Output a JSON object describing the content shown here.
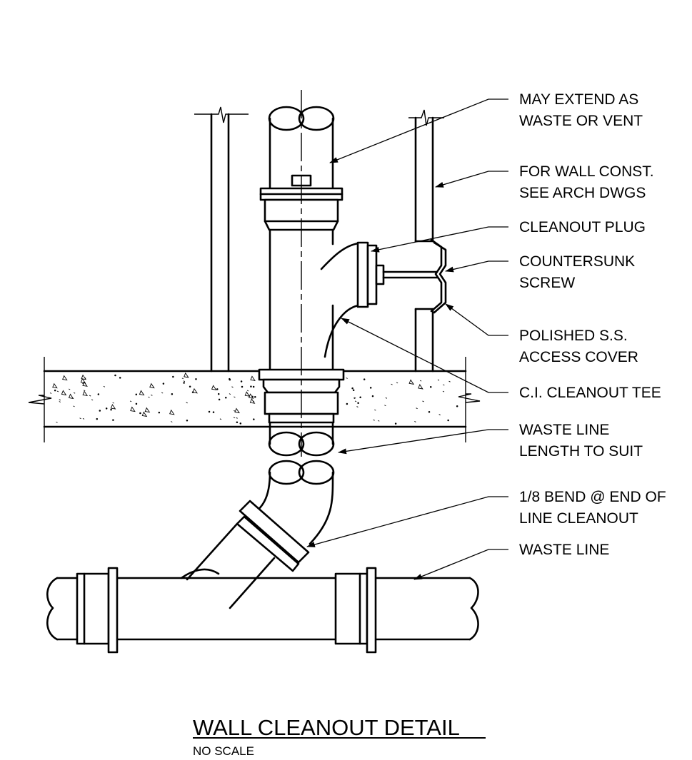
{
  "callouts": [
    {
      "id": "extend",
      "lines": [
        "MAY EXTEND AS",
        "WASTE OR VENT"
      ]
    },
    {
      "id": "wall",
      "lines": [
        "FOR WALL CONST.",
        "SEE ARCH DWGS"
      ]
    },
    {
      "id": "plug",
      "lines": [
        "CLEANOUT PLUG"
      ]
    },
    {
      "id": "screw",
      "lines": [
        "COUNTERSUNK",
        "SCREW"
      ]
    },
    {
      "id": "cover",
      "lines": [
        "POLISHED S.S.",
        "ACCESS COVER"
      ]
    },
    {
      "id": "tee",
      "lines": [
        "C.I. CLEANOUT TEE"
      ]
    },
    {
      "id": "wasteline-vertical",
      "lines": [
        "WASTE LINE",
        "LENGTH TO SUIT"
      ]
    },
    {
      "id": "bend",
      "lines": [
        "1/8 BEND @ END OF",
        "LINE CLEANOUT"
      ]
    },
    {
      "id": "wasteline-horizontal",
      "lines": [
        "WASTE LINE"
      ]
    }
  ],
  "title": "WALL CLEANOUT DETAIL",
  "scale_note": "NO SCALE"
}
